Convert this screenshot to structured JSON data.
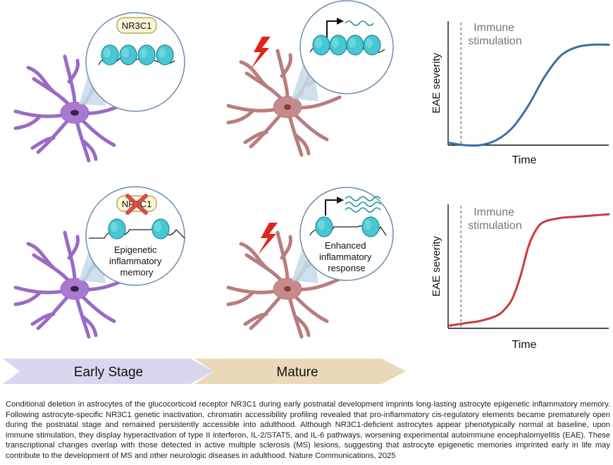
{
  "top_row": {
    "gene_label": "NR3C1"
  },
  "bottom_row": {
    "gene_label": "NR3C1",
    "early_label_lines": [
      "Epigenetic",
      "inflammatory",
      "memory"
    ],
    "mature_label_lines": [
      "Enhanced",
      "inflammatory",
      "response"
    ]
  },
  "timeline": {
    "early": "Early Stage",
    "mature": "Mature"
  },
  "chart_data": [
    {
      "type": "line",
      "ylabel": "EAE severity",
      "xlabel": "Time",
      "annotation_lines": [
        "Immune",
        "stimulation"
      ],
      "x": [
        0,
        0.1,
        0.2,
        0.3,
        0.4,
        0.5,
        0.6,
        0.7,
        0.8,
        0.9,
        1.0
      ],
      "y": [
        0.02,
        0.0,
        0.0,
        0.04,
        0.14,
        0.32,
        0.55,
        0.72,
        0.79,
        0.81,
        0.81
      ],
      "event_x": 0.08,
      "ylim": [
        0,
        1
      ],
      "color": "#3a6ea8"
    },
    {
      "type": "line",
      "ylabel": "EAE severity",
      "xlabel": "Time",
      "annotation_lines": [
        "Immune",
        "stimulation"
      ],
      "x": [
        0,
        0.1,
        0.2,
        0.3,
        0.35,
        0.4,
        0.45,
        0.5,
        0.55,
        0.6,
        0.7,
        0.8,
        0.9,
        1.0
      ],
      "y": [
        0.02,
        0.04,
        0.06,
        0.1,
        0.15,
        0.24,
        0.42,
        0.66,
        0.8,
        0.86,
        0.89,
        0.9,
        0.91,
        0.92
      ],
      "event_x": 0.08,
      "ylim": [
        0,
        1
      ],
      "color": "#c93b36"
    }
  ],
  "caption": "Conditional deletion in astrocytes of the glucocorticoid receptor NR3C1 during early postnatal development imprints long-lasting astrocyte epigenetic inflammatory memory. Following astrocyte-specific NR3C1 genetic inactivation, chromatin accessibility profiling revealed that pro-inflammatory cis-regulatory elements became prematurely open during the postnatal stage and remained persistently accessible into adulthood. Although NR3C1-deficient astrocytes appear phenotypically normal at baseline, upon immune stimulation, they display hyperactivation of type II interferon, IL-2/STAT5, and IL-6 pathways, worsening experimental autoimmune encephalomyelitis (EAE). These transcriptional changes overlap with those detected in active multiple sclerosis (MS) lesions, suggesting that astrocyte epigenetic memories imprinted early in life may contribute to the development of MS and other neurologic diseases in adulthood. Nature Communications, 2025",
  "colors": {
    "astro_early": "#a77ad0",
    "astro_mature": "#c58b8b",
    "nucleosome": "#47c6d3",
    "lightning": "#e0241b",
    "timeline_early": "#d9d7f0",
    "timeline_mature": "#ead9b8",
    "zoom": "#c5dbe8",
    "circle_edge": "#6c8dab"
  }
}
